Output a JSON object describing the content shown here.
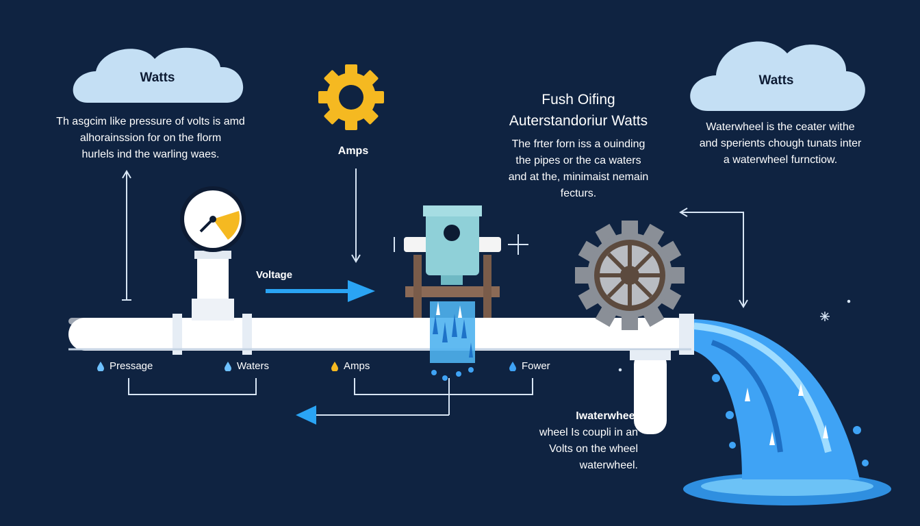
{
  "left_cloud": {
    "title": "Watts",
    "text": [
      "Th asgcim like pressure of volts is amd",
      "alhorainssion for on the florm",
      "hurlels ind the warling waes."
    ]
  },
  "right_cloud": {
    "title": "Watts",
    "text": [
      "Waterwheel is the ceater withe",
      "and sperients chough tunats inter",
      "a waterwheel furnctiow."
    ]
  },
  "center": {
    "gear_label": "Amps",
    "heading": [
      "Fush Oifing",
      "Auterstandoriur Watts"
    ],
    "text": [
      "The frter forn iss a ouinding",
      "the pipes or the ca waters",
      "and at the, minimaist nemain",
      "fecturs."
    ]
  },
  "voltage_label": "Voltage",
  "pipe_labels": [
    {
      "text": "Pressage",
      "color": "#6ec1ff"
    },
    {
      "text": "Waters",
      "color": "#6ec1ff"
    },
    {
      "text": "Amps",
      "color": "#f5b921"
    },
    {
      "text": "Fower",
      "color": "#3fa3f5"
    }
  ],
  "waterwheel_note": {
    "title": "Iwaterwheel",
    "text": [
      "wheel Is coupli in an",
      "Volts on the wheel",
      "waterwheel."
    ]
  },
  "colors": {
    "background": "#0f2341",
    "cloud": "#c4dff4",
    "gear": "#f5b921",
    "arrow": "#2aa4f4",
    "pipe": "#ffffff",
    "water": "#3fa3f5"
  }
}
